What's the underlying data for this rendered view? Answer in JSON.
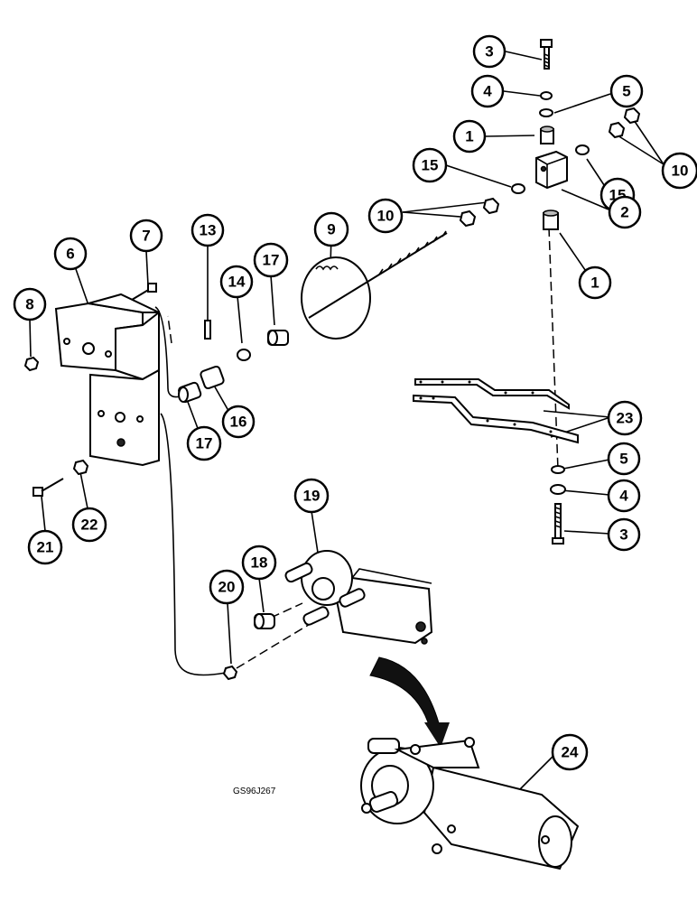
{
  "figure_ref": "GS96J267",
  "callouts": [
    {
      "id": "c-3-top",
      "label": "3"
    },
    {
      "id": "c-4-top",
      "label": "4"
    },
    {
      "id": "c-5-top",
      "label": "5"
    },
    {
      "id": "c-1-top",
      "label": "1"
    },
    {
      "id": "c-10-right",
      "label": "10"
    },
    {
      "id": "c-15-left",
      "label": "15"
    },
    {
      "id": "c-15-right",
      "label": "15"
    },
    {
      "id": "c-10-left",
      "label": "10"
    },
    {
      "id": "c-2",
      "label": "2"
    },
    {
      "id": "c-1-bottom",
      "label": "1"
    },
    {
      "id": "c-13",
      "label": "13"
    },
    {
      "id": "c-9",
      "label": "9"
    },
    {
      "id": "c-7",
      "label": "7"
    },
    {
      "id": "c-6",
      "label": "6"
    },
    {
      "id": "c-17-top",
      "label": "17"
    },
    {
      "id": "c-14",
      "label": "14"
    },
    {
      "id": "c-8",
      "label": "8"
    },
    {
      "id": "c-16",
      "label": "16"
    },
    {
      "id": "c-17-bottom",
      "label": "17"
    },
    {
      "id": "c-23",
      "label": "23"
    },
    {
      "id": "c-5-bottom",
      "label": "5"
    },
    {
      "id": "c-4-bottom",
      "label": "4"
    },
    {
      "id": "c-3-bottom",
      "label": "3"
    },
    {
      "id": "c-22",
      "label": "22"
    },
    {
      "id": "c-21",
      "label": "21"
    },
    {
      "id": "c-19",
      "label": "19"
    },
    {
      "id": "c-18",
      "label": "18"
    },
    {
      "id": "c-20",
      "label": "20"
    },
    {
      "id": "c-24",
      "label": "24"
    }
  ]
}
